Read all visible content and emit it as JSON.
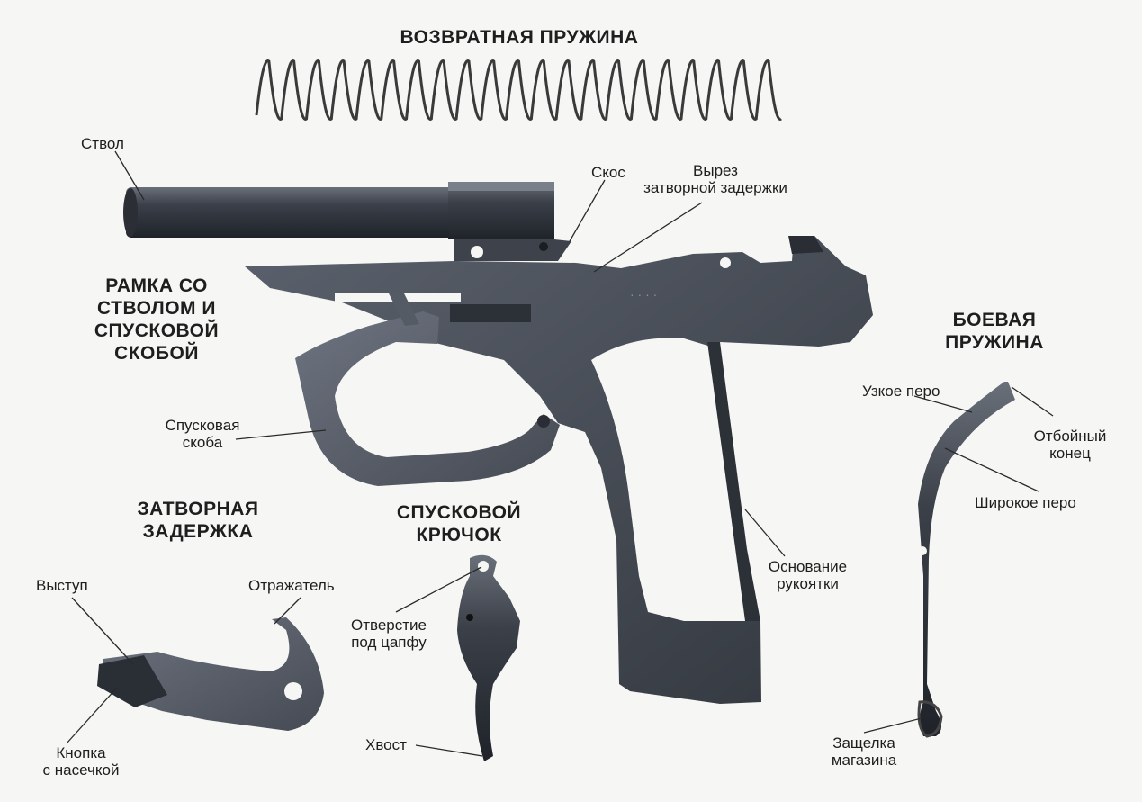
{
  "titles": {
    "recoil_spring": "ВОЗВРАТНАЯ   ПРУЖИНА",
    "frame": [
      "РАМКА СО",
      "СТВОЛОМ И",
      "СПУСКОВОЙ",
      "СКОБОЙ"
    ],
    "mainspring": [
      "БОЕВАЯ",
      "ПРУЖИНА"
    ],
    "slide_stop": [
      "ЗАТВОРНАЯ",
      "ЗАДЕРЖКА"
    ],
    "trigger": [
      "СПУСКОВОЙ",
      "КРЮЧОК"
    ]
  },
  "labels": {
    "barrel": "Ствол",
    "bevel": "Скос",
    "slide_stop_notch": [
      "Вырез",
      "затворной задержки"
    ],
    "trigger_guard": [
      "Спусковая",
      "скоба"
    ],
    "grip_base": [
      "Основание",
      "рукоятки"
    ],
    "narrow_leaf": "Узкое перо",
    "rebound_end": [
      "Отбойный",
      "конец"
    ],
    "wide_leaf": "Широкое перо",
    "magazine_catch": [
      "Защелка",
      "магазина"
    ],
    "protrusion": "Выступ",
    "ejector": "Отражатель",
    "checkered_button": [
      "Кнопка",
      "с насечкой"
    ],
    "pivot_hole": [
      "Отверстие",
      "под цапфу"
    ],
    "tail": "Хвост"
  },
  "colors": {
    "metal": "#3a3f48",
    "metal_light": "#5a606b",
    "metal_dark": "#22262d",
    "leader": "#2a2a2a",
    "background": "#f6f6f4"
  }
}
